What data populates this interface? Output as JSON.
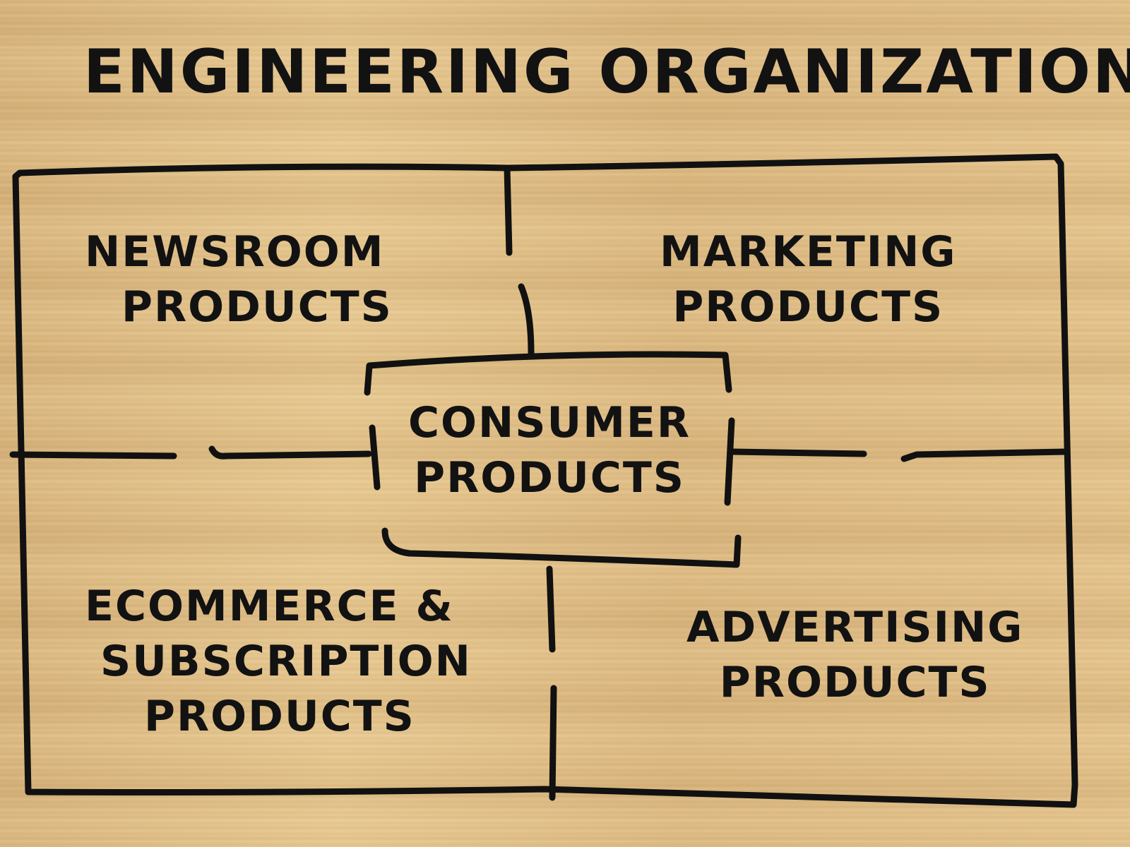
{
  "title": "Engineering Organization",
  "regions": {
    "newsroom": {
      "line1": "Newsroom",
      "line2": "Products"
    },
    "marketing": {
      "line1": "Marketing",
      "line2": "Products"
    },
    "consumer": {
      "line1": "Consumer",
      "line2": "Products"
    },
    "ecommerce": {
      "line1": "Ecommerce &",
      "line2": "Subscription",
      "line3": "Products"
    },
    "advertising": {
      "line1": "Advertising",
      "line2": "Products"
    }
  },
  "colors": {
    "ink": "#111111",
    "wood": "#e0bf88"
  }
}
